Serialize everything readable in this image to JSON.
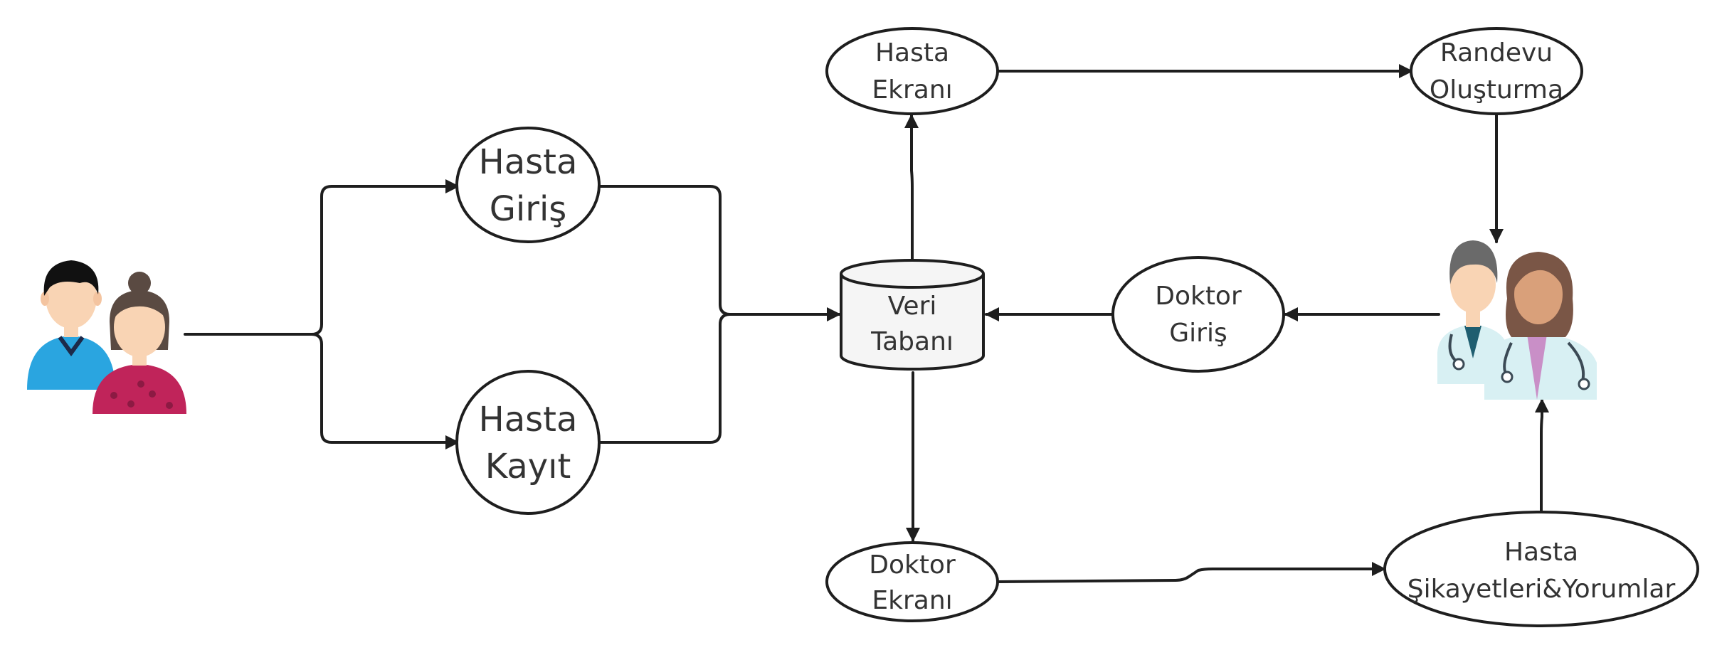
{
  "nodes": {
    "hasta_giris": {
      "line1": "Hasta",
      "line2": "Giriş"
    },
    "hasta_kayit": {
      "line1": "Hasta",
      "line2": "Kayıt"
    },
    "veri_tabani": {
      "line1": "Veri",
      "line2": "Tabanı"
    },
    "hasta_ekrani": {
      "line1": "Hasta",
      "line2": "Ekranı"
    },
    "randevu_olusturma": {
      "line1": "Randevu",
      "line2": "Oluşturma"
    },
    "doktor_giris": {
      "line1": "Doktor",
      "line2": "Giriş"
    },
    "doktor_ekrani": {
      "line1": "Doktor",
      "line2": "Ekranı"
    },
    "hasta_sikayetleri": {
      "line1": "Hasta",
      "line2": "Şikayetleri&Yorumlar"
    }
  },
  "actors": {
    "patients": "patients-couple-icon",
    "doctors": "doctors-pair-icon"
  },
  "colors": {
    "stroke": "#1e1e1e",
    "text": "#333333",
    "db_fill": "#f5f5f5",
    "patient_shirt_male": "#2aa5e0",
    "patient_shirt_female": "#c0245a",
    "skin": "#f9d4b4",
    "doctor_coat": "#d8f0f3"
  }
}
